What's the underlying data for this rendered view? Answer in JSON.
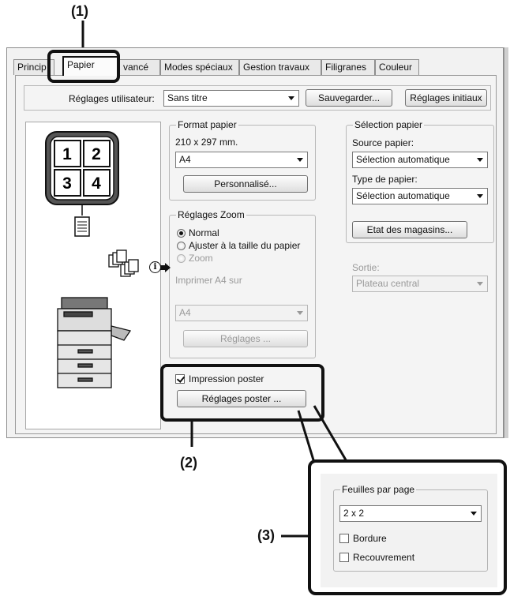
{
  "callouts": {
    "c1": "(1)",
    "c2": "(2)",
    "c3": "(3)"
  },
  "tabs": [
    "Princip",
    "Papier",
    "vancé",
    "Modes spéciaux",
    "Gestion travaux",
    "Filigranes",
    "Couleur"
  ],
  "user_settings": {
    "label": "Réglages utilisateur:",
    "value": "Sans titre",
    "save_label": "Sauvegarder...",
    "defaults_label": "Réglages initiaux"
  },
  "preview": {
    "pages": [
      "1",
      "2",
      "3",
      "4"
    ]
  },
  "paper_format": {
    "title": "Format papier",
    "size_text": "210 x 297 mm.",
    "value": "A4",
    "custom_label": "Personnalisé..."
  },
  "zoom_settings": {
    "title": "Réglages Zoom",
    "option_normal": "Normal",
    "option_fit": "Ajuster à la taille du papier",
    "option_zoom": "Zoom",
    "print_on_label": "Imprimer A4 sur",
    "print_on_value": "A4",
    "settings_label": "Réglages ..."
  },
  "paper_selection": {
    "title": "Sélection papier",
    "source_label": "Source papier:",
    "source_value": "Sélection automatique",
    "type_label": "Type de papier:",
    "type_value": "Sélection automatique",
    "trays_label": "Etat des magasins..."
  },
  "output": {
    "label": "Sortie:",
    "value": "Plateau central"
  },
  "poster": {
    "checkbox_label": "Impression poster",
    "checked": true,
    "settings_label": "Réglages poster ..."
  },
  "poster_dialog": {
    "title": "Feuilles par page",
    "value": "2 x 2",
    "border_label": "Bordure",
    "overlap_label": "Recouvrement"
  },
  "info_icon_glyph": "i"
}
